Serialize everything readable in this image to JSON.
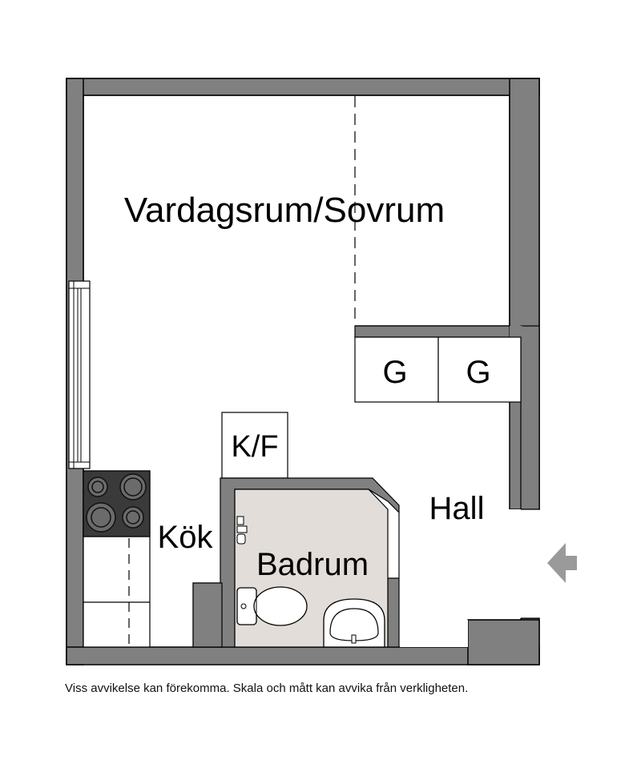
{
  "rooms": {
    "living": "Vardagsrum/Sovrum",
    "kitchen": "Kök",
    "bathroom": "Badrum",
    "hall": "Hall",
    "fridge": "K/F",
    "wardrobe_left": "G",
    "wardrobe_right": "G"
  },
  "disclaimer": "Viss avvikelse kan förekomma. Skala och mått kan avvika från verkligheten.",
  "colors": {
    "wall": "#808080",
    "bathroom_floor": "#e2ddd8",
    "stove": "#3a3a3a",
    "entrance_arrow": "#9a9a9a"
  },
  "icons": {
    "entrance": "entrance-arrow-icon"
  }
}
